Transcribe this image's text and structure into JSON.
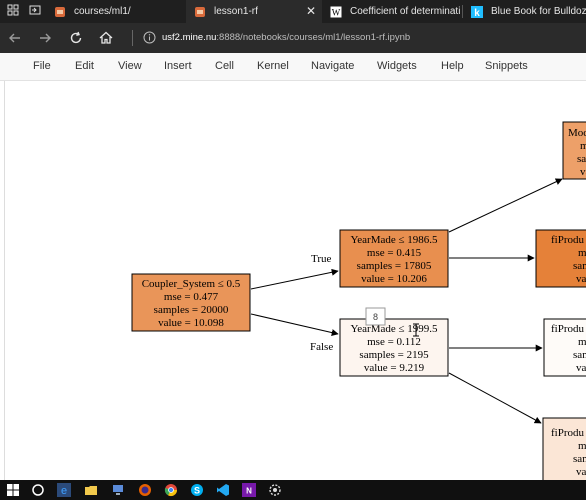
{
  "tabs": [
    {
      "label": "courses/ml1/",
      "active": false
    },
    {
      "label": "lesson1-rf",
      "active": true
    },
    {
      "label": "Coefficient of determination",
      "active": false
    },
    {
      "label": "Blue Book for Bulldozers",
      "active": false
    }
  ],
  "tab_close": "✕",
  "address": {
    "host": "usf2.mine.nu",
    "path": ":8888/notebooks/courses/ml1/lesson1-rf.ipynb"
  },
  "menu": [
    "File",
    "Edit",
    "View",
    "Insert",
    "Cell",
    "Kernel",
    "Navigate",
    "Widgets",
    "Help",
    "Snippets"
  ],
  "tree": {
    "root": [
      "Coupler_System ≤ 0.5",
      "mse = 0.477",
      "samples = 20000",
      "value = 10.098"
    ],
    "true_label": "True",
    "false_label": "False",
    "left": [
      "YearMade ≤ 1986.5",
      "mse = 0.415",
      "samples = 17805",
      "value = 10.206"
    ],
    "right": [
      "YearMade ≤ 1999.5",
      "mse = 0.112",
      "samples = 2195",
      "value = 9.219"
    ],
    "ll_partial": [
      "Mod",
      "m",
      "sam",
      "va"
    ],
    "lr_partial": [
      "fiProdu",
      "m",
      "sam",
      "va"
    ],
    "rl_partial": [
      "fiProdu",
      "m",
      "sam",
      "va"
    ],
    "rr_partial": [
      "fiProdu",
      "m",
      "sam",
      "va"
    ],
    "tooltip": "8"
  },
  "colors": {
    "root_fill": "#e99559",
    "left_fill": "#e88f4f",
    "right_fill": "#fdf5ef",
    "ll_fill": "#eda069",
    "lr_fill": "#e58139",
    "rl_fill": "#fefbf8",
    "rr_fill": "#fbe6d6"
  }
}
